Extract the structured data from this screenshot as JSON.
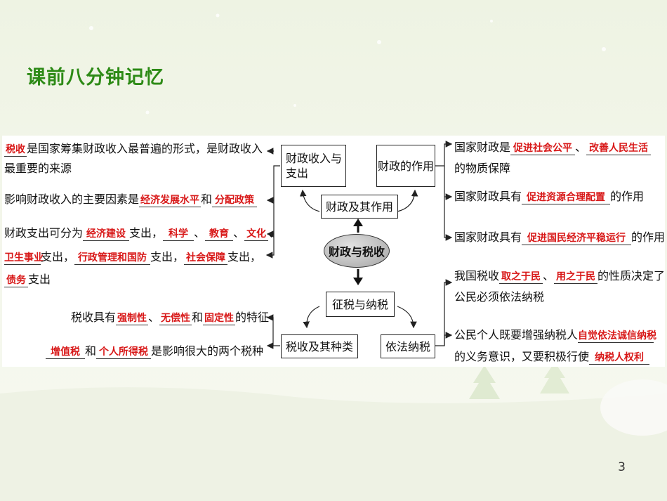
{
  "title": "课前八分钟记忆",
  "page_number": "3",
  "colors": {
    "title": "#2d8a16",
    "fill_text": "#d81818",
    "background": "#f3f6ea"
  },
  "center": "财政与税收",
  "boxes": {
    "finance_func": "财政及其作用",
    "revenue": "财政收入与支出",
    "role": "财政的作用",
    "tax": "征税与纳税",
    "tax_types": "税收及其种类",
    "lawful": "依法纳税"
  },
  "left": {
    "l1_pre": "是国家筹集财政收入最普遍的形式，是财政收入",
    "l1_fill": "税收",
    "l2": "最重要的来源",
    "l3_pre": "影响财政收入的主要因素是",
    "l3_fill1": "经济发展水平",
    "l3_mid": "和",
    "l3_fill2": "分配政策",
    "l4_pre": "财政支出可分为",
    "l4_fill1": "经济建设",
    "l4_t1": "支出，",
    "l4_fill2": "科学",
    "l4_t2": "、",
    "l4_fill3": "教育",
    "l4_t3": "、",
    "l4_fill4": "文化",
    "l4_t4": "、",
    "l5_fill1": "卫生事业",
    "l5_t1": "支出，",
    "l5_fill2": "行政管理和国防",
    "l5_t2": "支出，",
    "l5_fill3": "社会保障",
    "l5_t3": "支出，",
    "l6_fill": "债务",
    "l6_t": "支出",
    "l7_pre": "税收具有",
    "l7_fill1": "强制性",
    "l7_t1": "、",
    "l7_fill2": "无偿性",
    "l7_t2": "和",
    "l7_fill3": "固定性",
    "l7_t3": "的特征",
    "l8_fill1": "增值税",
    "l8_t1": "和",
    "l8_fill2": "个人所得税",
    "l8_t2": "是影响很大的两个税种"
  },
  "right": {
    "r1_pre": "国家财政是",
    "r1_fill1": "促进社会公平",
    "r1_mid": "、",
    "r1_fill2": "改善人民生活",
    "r2": "的物质保障",
    "r3_pre": "国家财政具有",
    "r3_fill": "促进资源合理配置",
    "r3_post": "的作用",
    "r4_pre": "国家财政具有",
    "r4_fill": "促进国民经济平稳运行",
    "r4_post": "的作用",
    "r5_pre": "我国税收",
    "r5_fill1": "取之于民",
    "r5_mid": "、",
    "r5_fill2": "用之于民",
    "r5_post": "的性质决定了",
    "r6": "公民必须依法纳税",
    "r7_pre": "公民个人既要增强纳税人",
    "r7_fill": "自觉依法诚信纳税",
    "r8_pre": "的义务意识，又要积极行使",
    "r8_fill": "纳税人权利"
  }
}
